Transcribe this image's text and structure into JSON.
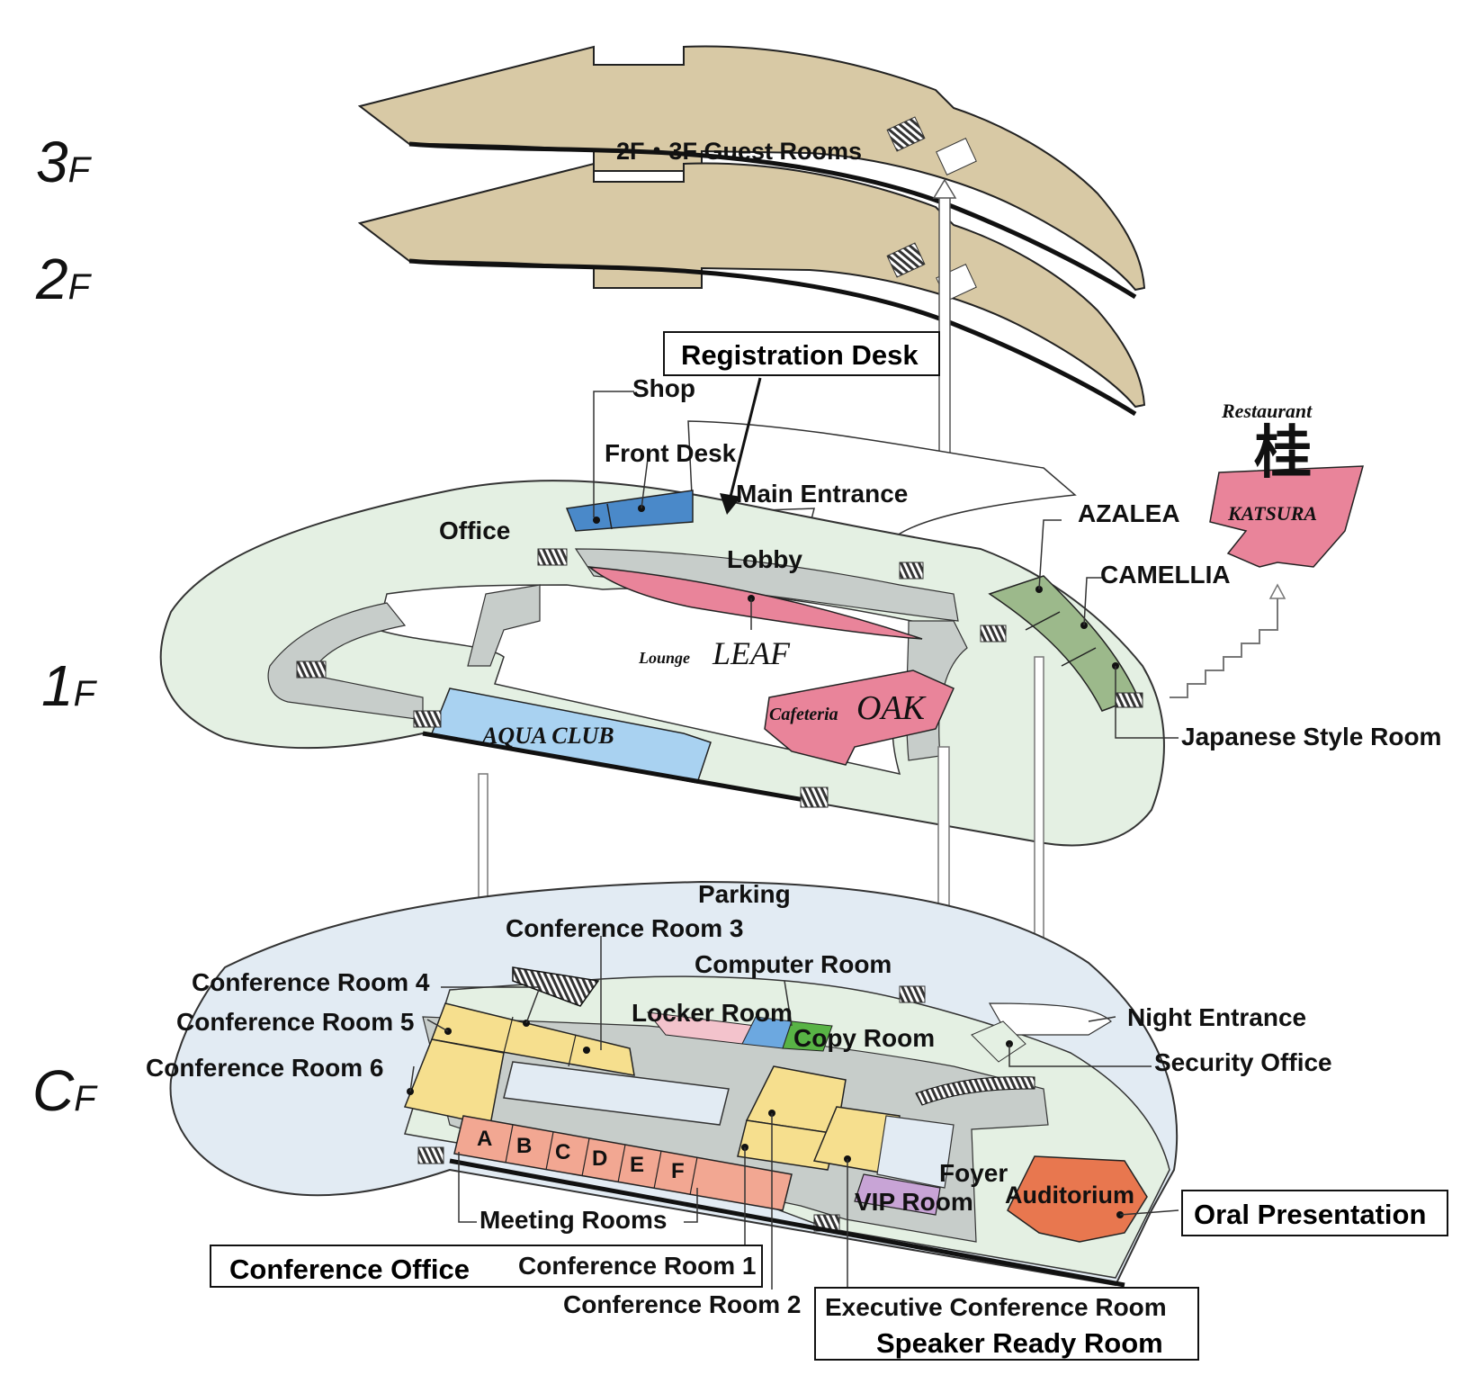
{
  "floors": {
    "f3": {
      "num": "3",
      "suffix": "F"
    },
    "f2": {
      "num": "2",
      "suffix": "F"
    },
    "f1": {
      "num": "1",
      "suffix": "F"
    },
    "cf": {
      "num": "C",
      "suffix": "F"
    }
  },
  "labels": {
    "guest_rooms": "2F・3F Guest Rooms",
    "shop": "Shop",
    "front_desk": "Front Desk",
    "main_entrance": "Main Entrance",
    "office": "Office",
    "lobby": "Lobby",
    "lounge_small": "Lounge",
    "lounge_big": "LEAF",
    "aqua_club": "AQUA CLUB",
    "cafeteria_small": "Cafeteria",
    "cafeteria_big": "OAK",
    "azalea": "AZALEA",
    "camellia": "CAMELLIA",
    "restaurant": "Restaurant",
    "restaurant_kanji": "桂",
    "katsura": "KATSURA",
    "japanese_room": "Japanese Style Room",
    "parking": "Parking",
    "conf3": "Conference Room 3",
    "computer_room": "Computer Room",
    "conf4": "Conference Room 4",
    "conf5": "Conference Room 5",
    "conf6": "Conference Room 6",
    "locker_room": "Locker Room",
    "copy_room": "Copy Room",
    "night_entrance": "Night Entrance",
    "security_office": "Security Office",
    "meeting_letters": [
      "A",
      "B",
      "C",
      "D",
      "E",
      "F"
    ],
    "meeting_rooms": "Meeting Rooms",
    "foyer": "Foyer",
    "vip_room": "VIP Room",
    "auditorium": "Auditorium",
    "conf1": "Conference Room 1",
    "conf2": "Conference Room 2",
    "exec_conf": "Executive Conference Room"
  },
  "callouts": {
    "registration_desk": "Registration Desk",
    "conference_office": "Conference Office",
    "oral_presentation": "Oral Presentation",
    "speaker_ready": "Speaker Ready Room"
  },
  "colors": {
    "guest_floor": "#d8c9a5",
    "ground_floor": "#e4f0e3",
    "corridor": "#c7cdca",
    "front_desk": "#4a89c9",
    "lounge_pink": "#e9849a",
    "aqua_blue": "#a9d2f1",
    "banquet_green": "#9cb98b",
    "conf_yellow": "#f6df8e",
    "meeting_salmon": "#f2a792",
    "locker_pink": "#f3c3cc",
    "computer_blue": "#6ca8e0",
    "copy_green": "#58b345",
    "vip_purple": "#c8a4d6",
    "auditorium_orange": "#e8774f",
    "basement_blue": "#e2ebf3"
  }
}
